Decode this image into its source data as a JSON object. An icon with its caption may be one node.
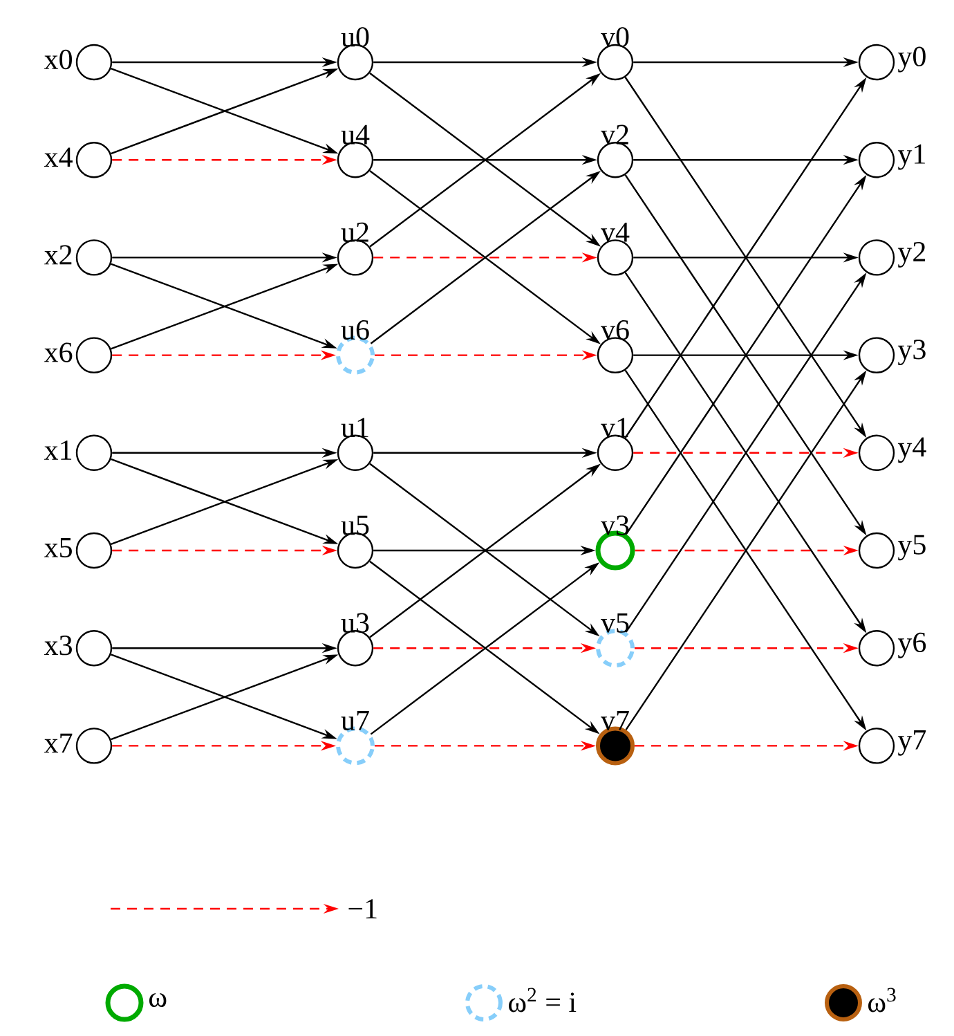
{
  "diagram": {
    "nodes": [
      {
        "text": [],
        "shape": "circle",
        "beside": [
          "x0"
        ]
      },
      {
        "text": [],
        "shape": "circle",
        "beside": [
          "x4"
        ]
      },
      {
        "text": [],
        "shape": "circle",
        "beside": [
          "x2"
        ]
      },
      {
        "text": [],
        "shape": "circle",
        "beside": [
          "x6"
        ]
      },
      {
        "text": [],
        "shape": "circle",
        "beside": [
          "x1"
        ]
      },
      {
        "text": [],
        "shape": "circle",
        "beside": [
          "x5"
        ]
      },
      {
        "text": [],
        "shape": "circle",
        "beside": [
          "x3"
        ]
      },
      {
        "text": [],
        "shape": "circle",
        "beside": [
          "x7"
        ]
      },
      {
        "text": [],
        "shape": "circle",
        "beside": [
          "u0"
        ]
      },
      {
        "text": [],
        "shape": "circle",
        "beside": [
          "u4"
        ]
      },
      {
        "text": [],
        "shape": "circle",
        "beside": [
          "u2"
        ]
      },
      {
        "text": [],
        "shape": "circle",
        "beside": [
          "u6"
        ]
      },
      {
        "text": [],
        "shape": "circle",
        "beside": [
          "u1"
        ]
      },
      {
        "text": [],
        "shape": "circle",
        "beside": [
          "u5"
        ]
      },
      {
        "text": [],
        "shape": "circle",
        "beside": [
          "u3"
        ]
      },
      {
        "text": [],
        "shape": "circle",
        "beside": [
          "u7"
        ]
      },
      {
        "text": [],
        "shape": "circle",
        "beside": [
          "v0"
        ]
      },
      {
        "text": [],
        "shape": "circle",
        "beside": [
          "v2"
        ]
      },
      {
        "text": [],
        "shape": "circle",
        "beside": [
          "v4"
        ]
      },
      {
        "text": [],
        "shape": "circle",
        "beside": [
          "v6"
        ]
      },
      {
        "text": [],
        "shape": "circle",
        "beside": [
          "v1"
        ]
      },
      {
        "text": [],
        "shape": "circle",
        "beside": [
          "v3"
        ]
      },
      {
        "text": [],
        "shape": "circle",
        "beside": [
          "v5"
        ]
      },
      {
        "text": [],
        "shape": "circle",
        "beside": [
          "v7"
        ]
      },
      {
        "text": [],
        "shape": "circle",
        "beside": [
          "y0"
        ]
      },
      {
        "text": [],
        "shape": "circle",
        "beside": [
          "y1"
        ]
      },
      {
        "text": [],
        "shape": "circle",
        "beside": [
          "y2"
        ]
      },
      {
        "text": [],
        "shape": "circle",
        "beside": [
          "y3"
        ]
      },
      {
        "text": [],
        "shape": "circle",
        "beside": [
          "y4"
        ]
      },
      {
        "text": [],
        "shape": "circle",
        "beside": [
          "y5"
        ]
      },
      {
        "text": [],
        "shape": "circle",
        "beside": [
          "y6"
        ]
      },
      {
        "text": [],
        "shape": "circle",
        "beside": [
          "y7"
        ]
      }
    ],
    "edges": [
      {
        "from": 0,
        "to": 8,
        "arrow": "to"
      },
      {
        "from": 0,
        "to": 9,
        "arrow": "to"
      },
      {
        "from": 1,
        "to": 8,
        "arrow": "to"
      },
      {
        "from": 1,
        "to": 9,
        "arrow": "to",
        "style": "dashed",
        "color": "#ff0000"
      },
      {
        "from": 2,
        "to": 10,
        "arrow": "to"
      },
      {
        "from": 2,
        "to": 11,
        "arrow": "to"
      },
      {
        "from": 3,
        "to": 10,
        "arrow": "to"
      },
      {
        "from": 3,
        "to": 11,
        "arrow": "to",
        "style": "dashed",
        "color": "#ff0000"
      },
      {
        "from": 4,
        "to": 12,
        "arrow": "to"
      },
      {
        "from": 4,
        "to": 13,
        "arrow": "to"
      },
      {
        "from": 5,
        "to": 12,
        "arrow": "to"
      },
      {
        "from": 5,
        "to": 13,
        "arrow": "to",
        "style": "dashed",
        "color": "#ff0000"
      },
      {
        "from": 6,
        "to": 14,
        "arrow": "to"
      },
      {
        "from": 6,
        "to": 15,
        "arrow": "to"
      },
      {
        "from": 7,
        "to": 14,
        "arrow": "to"
      },
      {
        "from": 7,
        "to": 15,
        "arrow": "to",
        "style": "dashed",
        "color": "#ff0000"
      },
      {
        "from": 8,
        "to": 16,
        "arrow": "to"
      },
      {
        "from": 8,
        "to": 18,
        "arrow": "to"
      },
      {
        "from": 10,
        "to": 16,
        "arrow": "to"
      },
      {
        "from": 10,
        "to": 18,
        "arrow": "to",
        "style": "dashed",
        "color": "#ff0000"
      },
      {
        "from": 9,
        "to": 17,
        "arrow": "to"
      },
      {
        "from": 9,
        "to": 19,
        "arrow": "to"
      },
      {
        "from": 11,
        "to": 17,
        "arrow": "to"
      },
      {
        "from": 11,
        "to": 19,
        "arrow": "to",
        "style": "dashed",
        "color": "#ff0000"
      },
      {
        "from": 12,
        "to": 20,
        "arrow": "to"
      },
      {
        "from": 12,
        "to": 22,
        "arrow": "to"
      },
      {
        "from": 14,
        "to": 20,
        "arrow": "to"
      },
      {
        "from": 14,
        "to": 22,
        "arrow": "to",
        "style": "dashed",
        "color": "#ff0000"
      },
      {
        "from": 13,
        "to": 21,
        "arrow": "to"
      },
      {
        "from": 13,
        "to": 23,
        "arrow": "to"
      },
      {
        "from": 15,
        "to": 21,
        "arrow": "to"
      },
      {
        "from": 15,
        "to": 23,
        "arrow": "to",
        "style": "dashed",
        "color": "#ff0000"
      },
      {
        "from": 16,
        "to": 24,
        "arrow": "to"
      },
      {
        "from": 16,
        "to": 28,
        "arrow": "to"
      },
      {
        "from": 20,
        "to": 24,
        "arrow": "to"
      },
      {
        "from": 20,
        "to": 28,
        "arrow": "to",
        "style": "dashed",
        "color": "#ff0000"
      },
      {
        "from": 17,
        "to": 25,
        "arrow": "to"
      },
      {
        "from": 17,
        "to": 29,
        "arrow": "to"
      },
      {
        "from": 21,
        "to": 25,
        "arrow": "to"
      },
      {
        "from": 21,
        "to": 29,
        "arrow": "to",
        "style": "dashed",
        "color": "#ff0000"
      },
      {
        "from": 18,
        "to": 26,
        "arrow": "to"
      },
      {
        "from": 18,
        "to": 30,
        "arrow": "to"
      },
      {
        "from": 22,
        "to": 26,
        "arrow": "to"
      },
      {
        "from": 22,
        "to": 30,
        "arrow": "to",
        "style": "dashed",
        "color": "#ff0000"
      },
      {
        "from": 19,
        "to": 27,
        "arrow": "to"
      },
      {
        "from": 19,
        "to": 31,
        "arrow": "to"
      },
      {
        "from": 23,
        "to": 27,
        "arrow": "to"
      },
      {
        "from": 23,
        "to": 31,
        "arrow": "to",
        "style": "dashed",
        "color": "#ff0000"
      }
    ],
    "legend": [
      {
        "text": "−1"
      },
      {
        "text": "ω",
        "color": "#00aa00"
      },
      {
        "text": "ω$^{2}$ = i",
        "color": "#87cefa"
      },
      {
        "text": "ω$^{3}$",
        "color": "#b86010"
      }
    ]
  }
}
